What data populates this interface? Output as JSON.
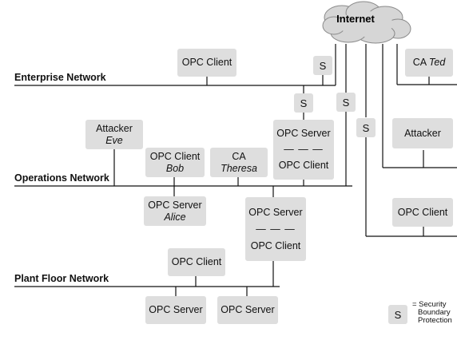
{
  "cloud": {
    "label": "Internet"
  },
  "networks": {
    "enterprise": "Enterprise Network",
    "operations": "Operations Network",
    "plant": "Plant Floor Network"
  },
  "enterprise_client": "OPC Client",
  "s_label": "S",
  "ca_ted": {
    "prefix": "CA",
    "name": "Ted"
  },
  "remote_attacker": "Attacker",
  "remote_client": "OPC Client",
  "attacker_eve": {
    "label": "Attacker",
    "name": "Eve"
  },
  "client_bob": {
    "label": "OPC Client",
    "name": "Bob"
  },
  "ca_theresa": {
    "label": "CA",
    "name": "Theresa"
  },
  "gateway_top": {
    "upper": "OPC Server",
    "sep": "— — —",
    "lower": "OPC Client"
  },
  "server_alice": {
    "label": "OPC Server",
    "name": "Alice"
  },
  "gateway_bottom": {
    "upper": "OPC Server",
    "sep": "— — —",
    "lower": "OPC Client"
  },
  "plant_client": "OPC Client",
  "plant_server_1": "OPC Server",
  "plant_server_2": "OPC Server",
  "legend": {
    "symbol": "S",
    "line1": "= Security",
    "line2": "Boundary",
    "line3": "Protection"
  }
}
